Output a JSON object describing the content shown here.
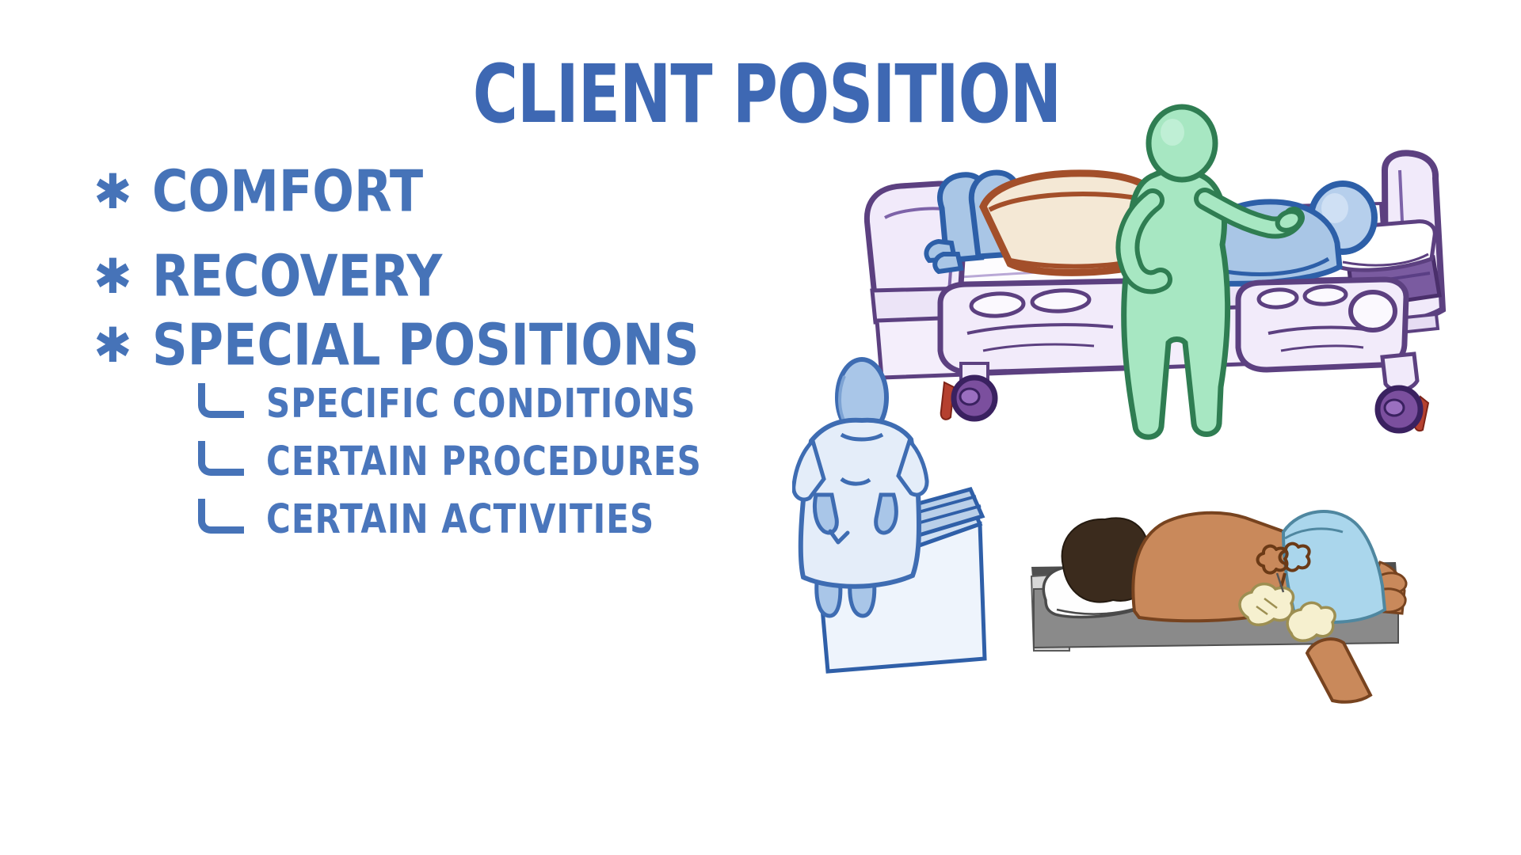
{
  "title": "CLIENT POSITION",
  "list": {
    "marker": "✱",
    "items": [
      {
        "label": "COMFORT"
      },
      {
        "label": "RECOVERY"
      },
      {
        "label": "SPECIAL POSITIONS",
        "children": [
          {
            "label": "SPECIFIC CONDITIONS"
          },
          {
            "label": "CERTAIN PROCEDURES"
          },
          {
            "label": "CERTAIN ACTIVITIES"
          }
        ]
      }
    ]
  },
  "illustrations": {
    "bed_scene": {
      "label": "caregiver-positioning-client-in-hospital-bed"
    },
    "seated_client": {
      "label": "client-in-gown-seated-on-exam-bed"
    },
    "prone_client": {
      "label": "client-lying-on-side-during-back-procedure"
    }
  },
  "palette": {
    "title_blue": "#3e68b3",
    "list_blue": "#4673b8",
    "caregiver_green": "#a7e7c2",
    "caregiver_green_outline": "#2f7d52",
    "client_blue": "#a9c6e6",
    "client_blue_outline": "#2d5fa8",
    "bed_lavender": "#f1eafa",
    "bed_purple_outline": "#5c4080",
    "wheel_purple": "#7b4f9e",
    "blanket_tan": "#f4e8d5",
    "blanket_brown": "#a34f2a",
    "mattress_purple": "#7a5ba0",
    "gown_blue": "#e4edf9",
    "exam_table_gray": "#8a8a8a",
    "skin_brown": "#c9895b",
    "hair_brown": "#3b2b1d",
    "underwear_blue": "#aad6ec",
    "glove_cream": "#f6f0cf",
    "brake_red": "#b5402f"
  }
}
